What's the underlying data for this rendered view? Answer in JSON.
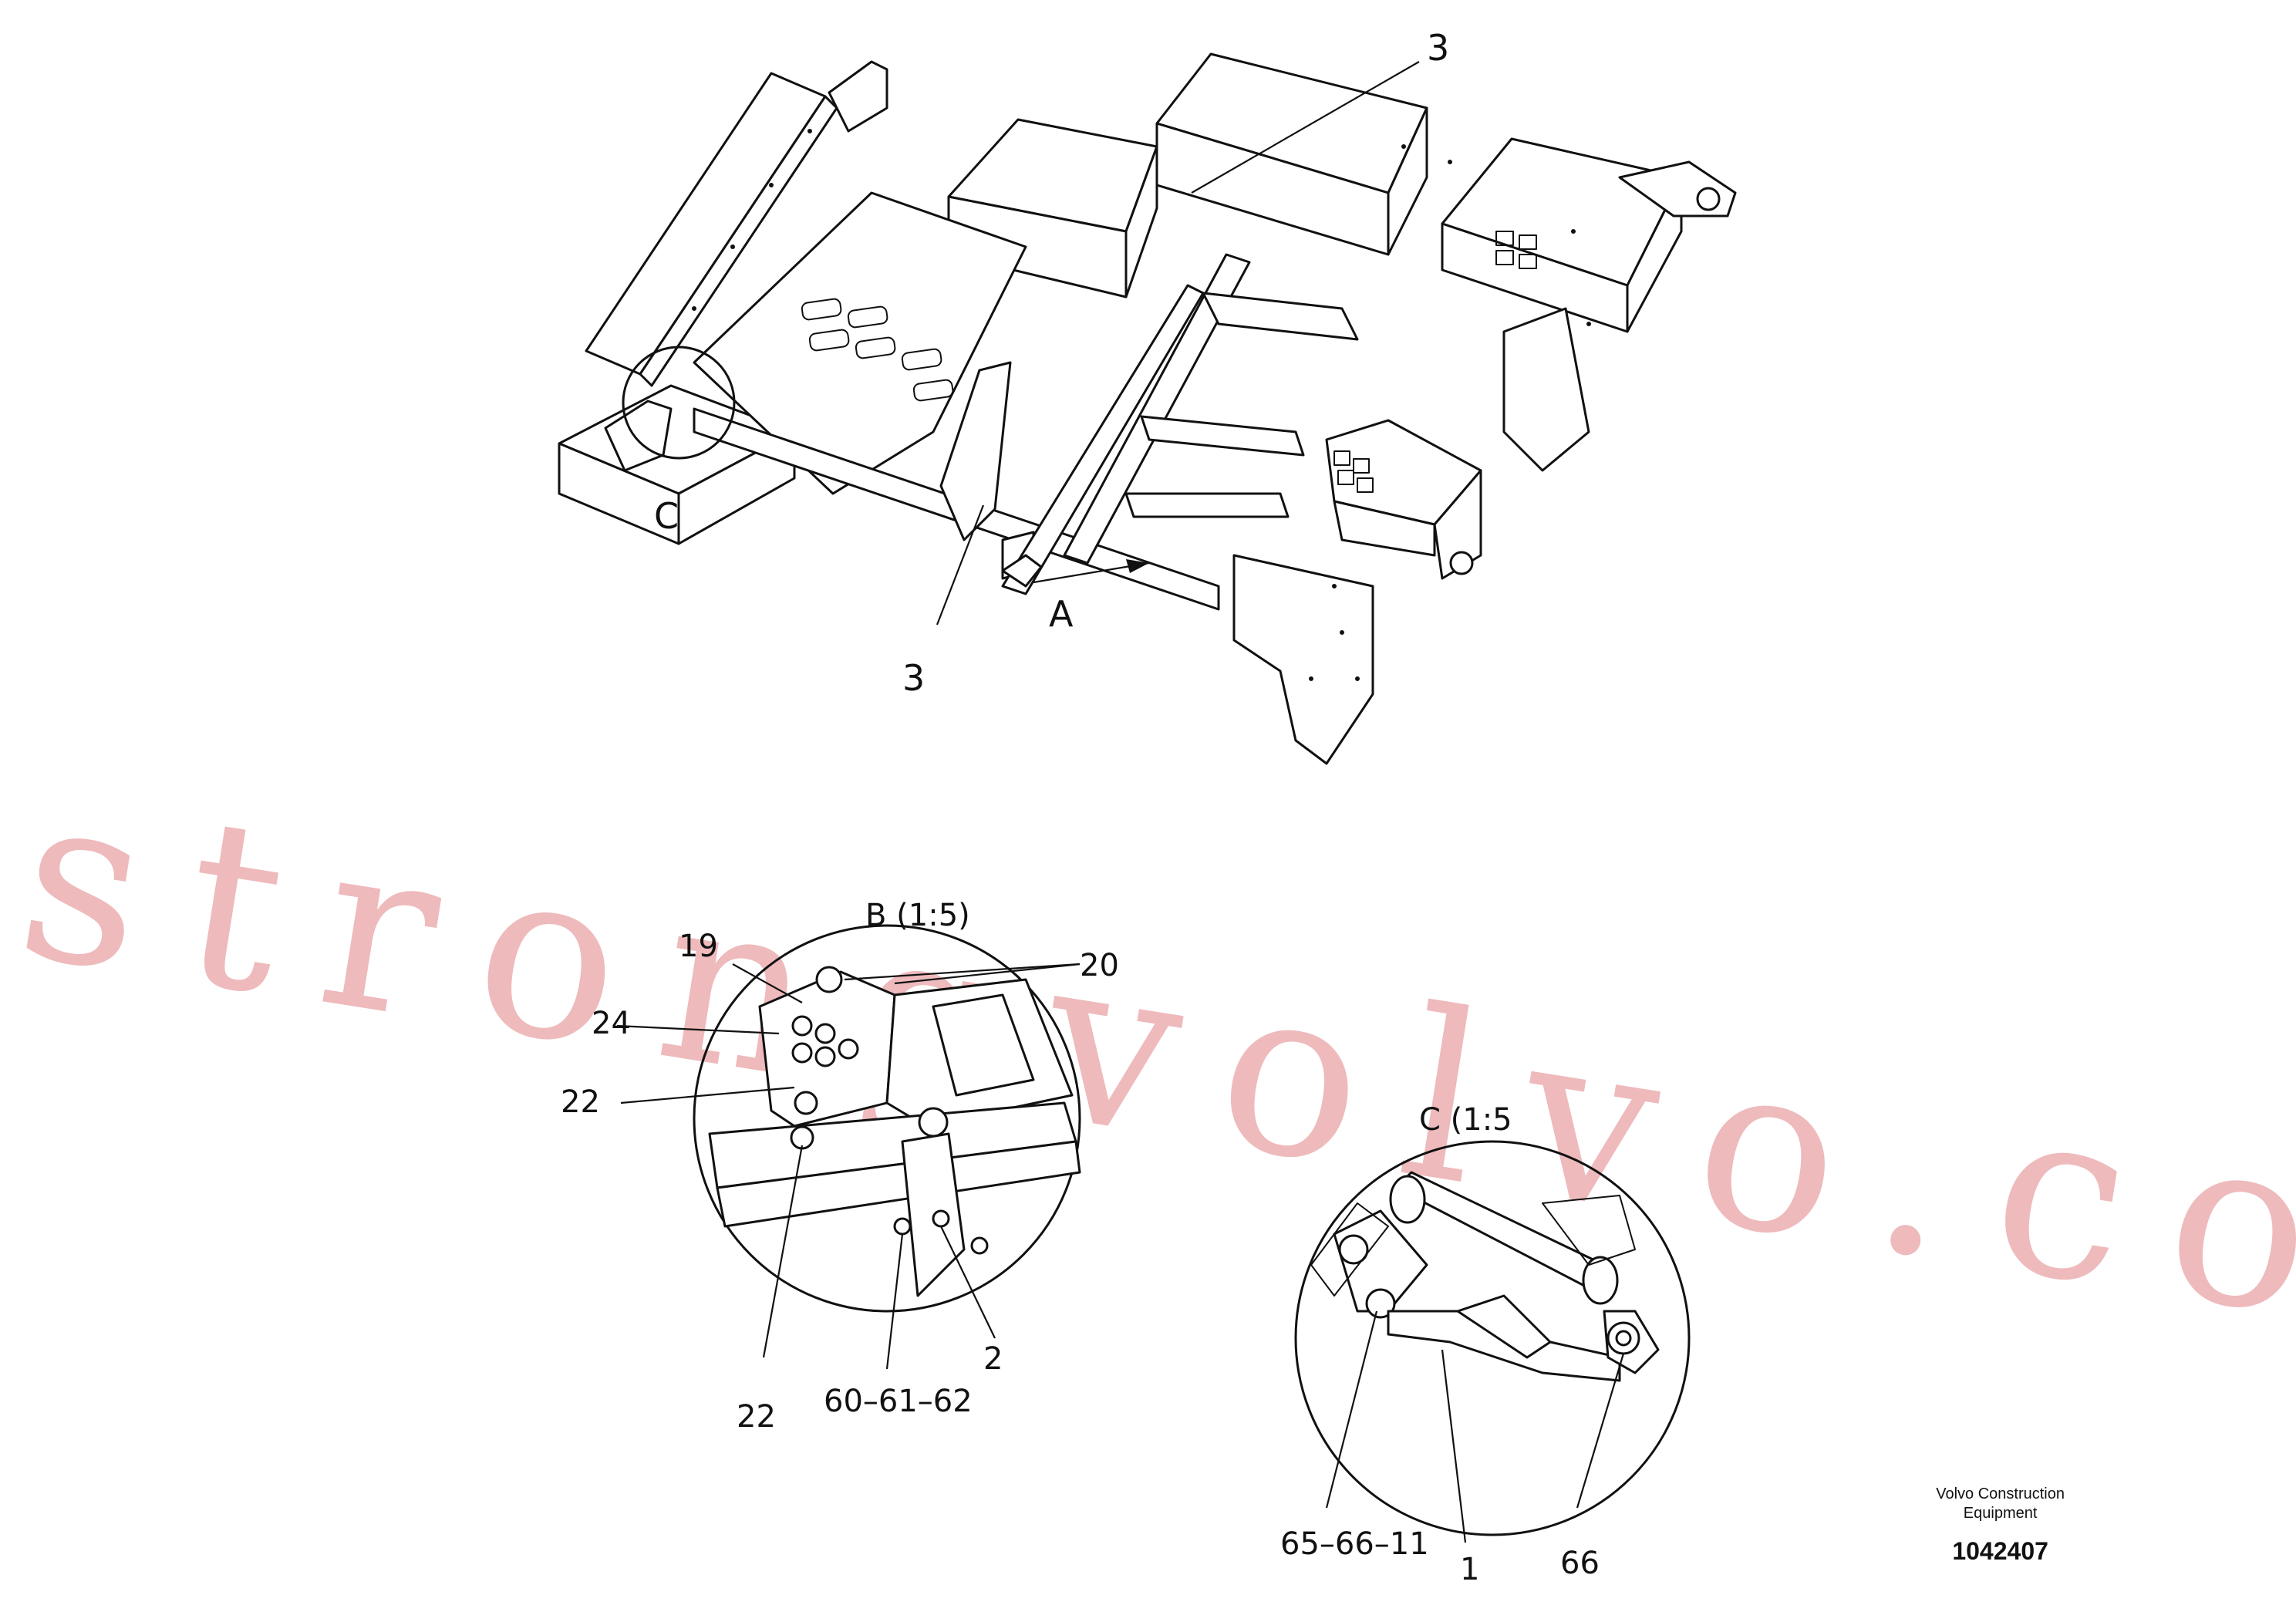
{
  "callouts": {
    "top_right_3": "3",
    "bottom_3": "3",
    "detail_c_marker": "C",
    "arrow_a": "A"
  },
  "detail_b": {
    "title": "B (1:5)",
    "labels": {
      "l19": "19",
      "l20": "20",
      "l24": "24",
      "l22a": "22",
      "l22b": "22",
      "l2": "2",
      "l606162": "60–61–62"
    }
  },
  "detail_c": {
    "title": "C (1:5",
    "labels": {
      "l656611": "65–66–11",
      "l1": "1",
      "l66": "66"
    }
  },
  "watermark": "strongvolvo.com",
  "footer": {
    "maker_line1": "Volvo Construction",
    "maker_line2": "Equipment",
    "doc_number": "1042407"
  }
}
